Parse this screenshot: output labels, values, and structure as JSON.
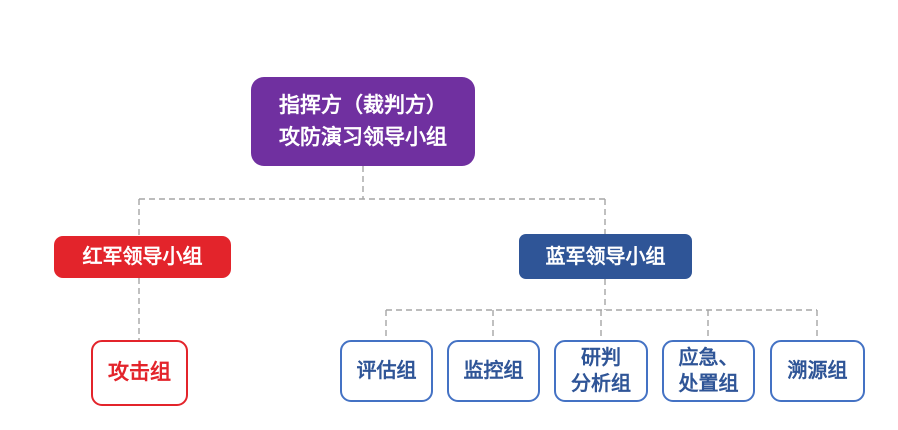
{
  "diagram": {
    "type": "org-chart",
    "colors": {
      "purple": "#7030A0",
      "red": "#E3242B",
      "blue": "#2F5597",
      "border_blue": "#4472C4",
      "connector_gray": "#A6A6A6"
    },
    "nodes": {
      "command": {
        "label": "指挥方（裁判方）\n攻防演习领导小组"
      },
      "red_team": {
        "label": "红军领导小组"
      },
      "blue_team": {
        "label": "蓝军领导小组"
      },
      "attack": {
        "label": "攻击组"
      },
      "blue_children": [
        {
          "label": "评估组"
        },
        {
          "label": "监控组"
        },
        {
          "label": "研判\n分析组"
        },
        {
          "label": "应急、\n处置组"
        },
        {
          "label": "溯源组"
        }
      ]
    }
  }
}
